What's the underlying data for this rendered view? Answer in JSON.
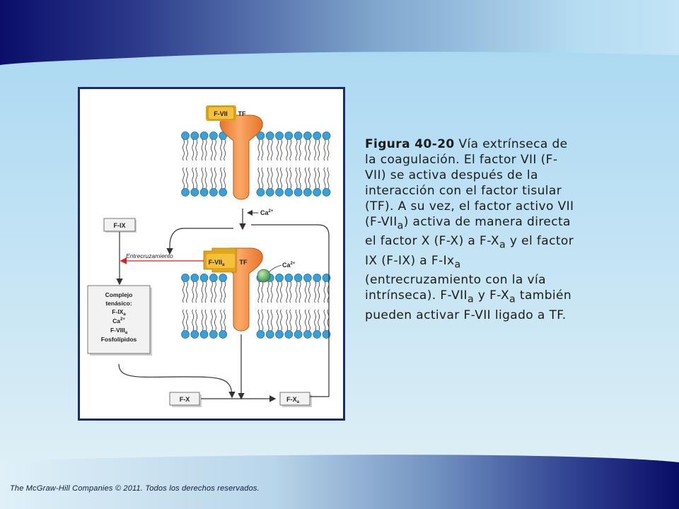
{
  "caption": {
    "title": "Figura 40-20",
    "text_1": " Vía extrínseca de la coagulación. El factor VII (F-VII) se activa después de la interacción con el factor tisular (TF). A su vez, el factor activo VII (F-VII",
    "sub_a1": "a",
    "text_2": ") activa de manera directa el factor X (F-X) a F-X",
    "sub_a2": "a",
    "text_3": " y el factor IX (F-IX) a F-Ix",
    "sub_a3": "a",
    "text_4": " (entrecruzamiento con la vía intrínseca). F-VII",
    "sub_a4": "a",
    "text_5": " y F-X",
    "sub_a5": "a",
    "text_6": " también pueden activar F-VII ligado a TF."
  },
  "footer": "The McGraw-Hill Companies © 2011. Todos los derechos reservados.",
  "diagram": {
    "fvii_top": "F-VII",
    "tf_top": "TF",
    "ca_1": "Ca",
    "ca_1_sup": "2+",
    "fix": "F-IX",
    "entrecruzamiento": "Entrecruzamiento",
    "fviia": "F-VII",
    "fviia_sub": "a",
    "tf_mid": "TF",
    "ca_2": "Ca",
    "ca_2_sup": "2+",
    "complex_1": "Complejo",
    "complex_2": "tenásico:",
    "complex_3": "F-IX",
    "complex_3_sub": "a",
    "complex_4": "Ca",
    "complex_4_sup": "2+",
    "complex_5": "F-VIII",
    "complex_5_sub": "a",
    "complex_6": "Fosfolípidos",
    "fx": "F-X",
    "fxa": "F-X",
    "fxa_sub": "a"
  },
  "colors": {
    "header_dark": "#0a0e6a",
    "header_light": "#a8d8f0",
    "protein_orange": "#f0883a",
    "fvii_yellow": "#f5c13a",
    "lipid_head": "#3aa0d8",
    "ca_green": "#4faa55",
    "arrow_red": "#d82020"
  }
}
